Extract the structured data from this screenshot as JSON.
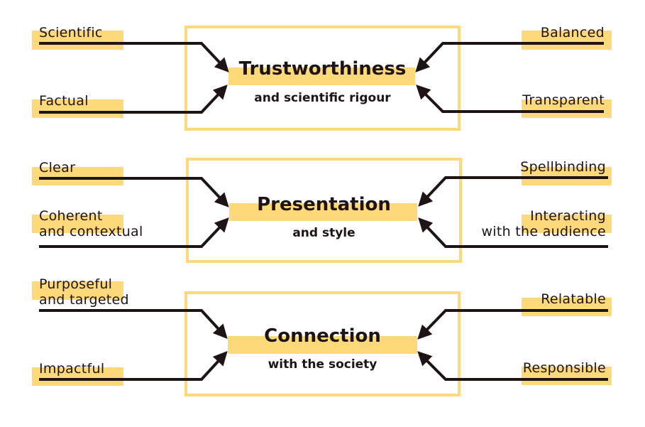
{
  "colors": {
    "highlight": "#fdd97a",
    "ink": "#1f1414"
  },
  "groups": [
    {
      "title": "Trustworthiness",
      "subtitle": "and scientific rigour",
      "left": [
        {
          "label": "Scientific"
        },
        {
          "label": "Factual"
        }
      ],
      "right": [
        {
          "label": "Balanced"
        },
        {
          "label": "Transparent"
        }
      ]
    },
    {
      "title": "Presentation",
      "subtitle": "and style",
      "left": [
        {
          "label": "Clear"
        },
        {
          "label": "Coherent\nand contextual"
        }
      ],
      "right": [
        {
          "label": "Spellbinding"
        },
        {
          "label": "Interacting\nwith the audience"
        }
      ]
    },
    {
      "title": "Connection",
      "subtitle": "with the society",
      "left": [
        {
          "label": "Purposeful\nand targeted"
        },
        {
          "label": "Impactful"
        }
      ],
      "right": [
        {
          "label": "Relatable"
        },
        {
          "label": "Responsible"
        }
      ]
    }
  ]
}
